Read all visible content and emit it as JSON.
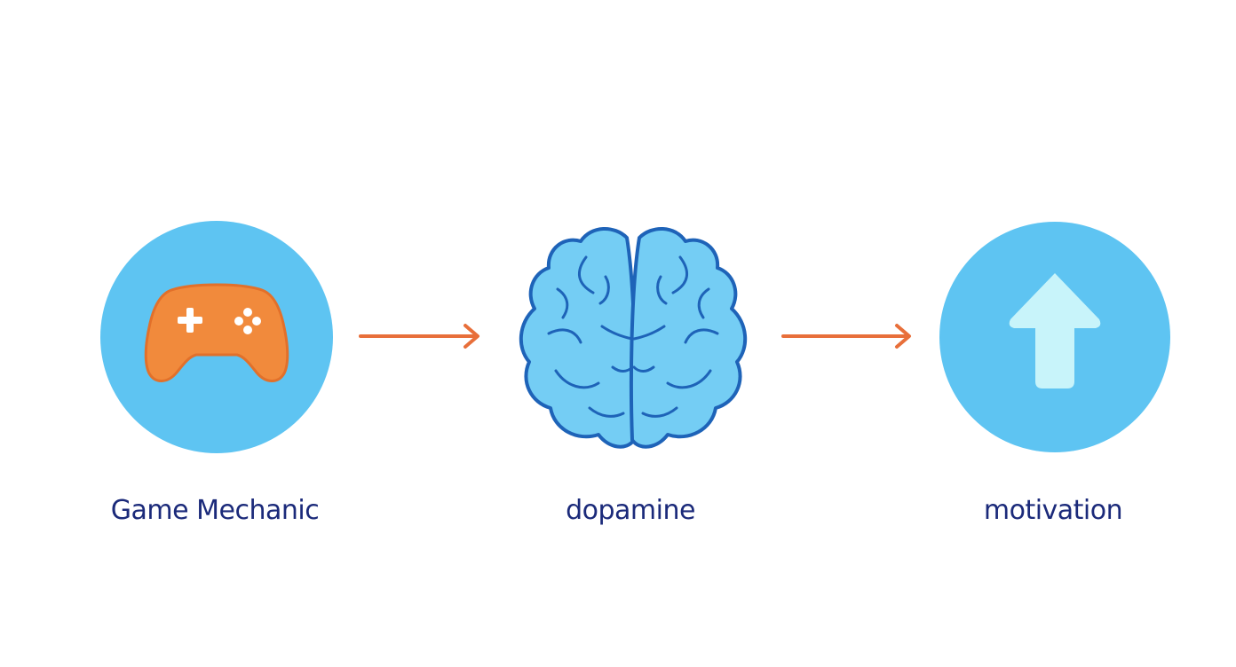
{
  "diagram": {
    "nodes": [
      {
        "id": "game",
        "label": "Game Mechanic",
        "icon": "gamepad-icon"
      },
      {
        "id": "dopamine",
        "label": "dopamine",
        "icon": "brain-icon"
      },
      {
        "id": "motivation",
        "label": "motivation",
        "icon": "arrow-up-icon"
      }
    ],
    "edges": [
      {
        "from": "game",
        "to": "dopamine"
      },
      {
        "from": "dopamine",
        "to": "motivation"
      }
    ]
  },
  "colors": {
    "circle_fill": "#5ec4f2",
    "brain_fill": "#74cdf4",
    "brain_stroke": "#1e63b8",
    "controller_fill": "#f18a3c",
    "controller_stroke": "#e2702a",
    "controller_buttons": "#ffffff",
    "up_arrow_fill": "#c8f4fa",
    "connector_arrow": "#e86f3a",
    "label_text": "#1b2a7a"
  }
}
